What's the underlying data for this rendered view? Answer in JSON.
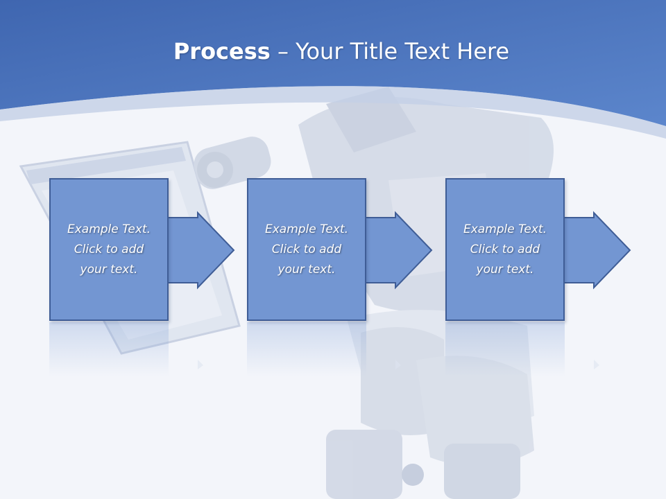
{
  "slide": {
    "title_bold": "Process",
    "title_rest": " – Your Title Text Here"
  },
  "steps": [
    {
      "line1": "Example Text.",
      "line2": "Click  to add",
      "line3": "your text."
    },
    {
      "line1": "Example Text.",
      "line2": "Click  to add",
      "line3": "your text."
    },
    {
      "line1": "Example Text.",
      "line2": "Click  to add",
      "line3": "your text."
    }
  ],
  "colors": {
    "header_blue": "#4a73bd",
    "box_fill": "#7396d2",
    "box_border": "#3f5d96",
    "background": "#f3f5fa"
  },
  "icons": {
    "background_art": "robot-with-window-illustration",
    "step_arrow": "right-arrow-shape"
  }
}
